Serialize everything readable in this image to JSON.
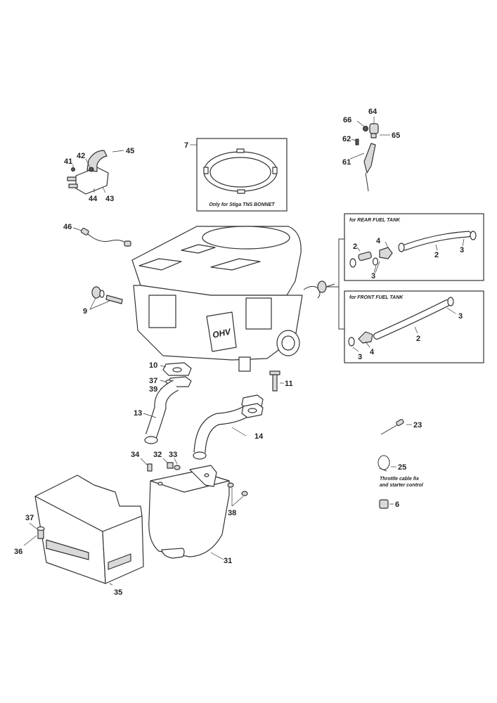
{
  "callouts": {
    "c2a": "2",
    "c2b": "2",
    "c2c": "2",
    "c3a": "3",
    "c3b": "3",
    "c3c": "3",
    "c3d": "3",
    "c4a": "4",
    "c4b": "4",
    "c6": "6",
    "c7": "7",
    "c9": "9",
    "c10": "10",
    "c11": "11",
    "c13": "13",
    "c14": "14",
    "c23": "23",
    "c25": "25",
    "c31": "31",
    "c32": "32",
    "c33": "33",
    "c34": "34",
    "c35": "35",
    "c36": "36",
    "c37a": "37",
    "c37b": "37",
    "c38": "38",
    "c39": "39",
    "c41": "41",
    "c42": "42",
    "c43": "43",
    "c44": "44",
    "c45": "45",
    "c46": "46",
    "c61": "61",
    "c62": "62",
    "c64": "64",
    "c65": "65",
    "c66": "66"
  },
  "captions": {
    "bonnet": "Only for Stiga TNS BONNET",
    "rear_tank": "for REAR FUEL TANK",
    "front_tank": "for FRONT FUEL TANK",
    "throttle_line1": "Throttle cable fix",
    "throttle_line2": "and starter control",
    "ohv": "OHV"
  }
}
